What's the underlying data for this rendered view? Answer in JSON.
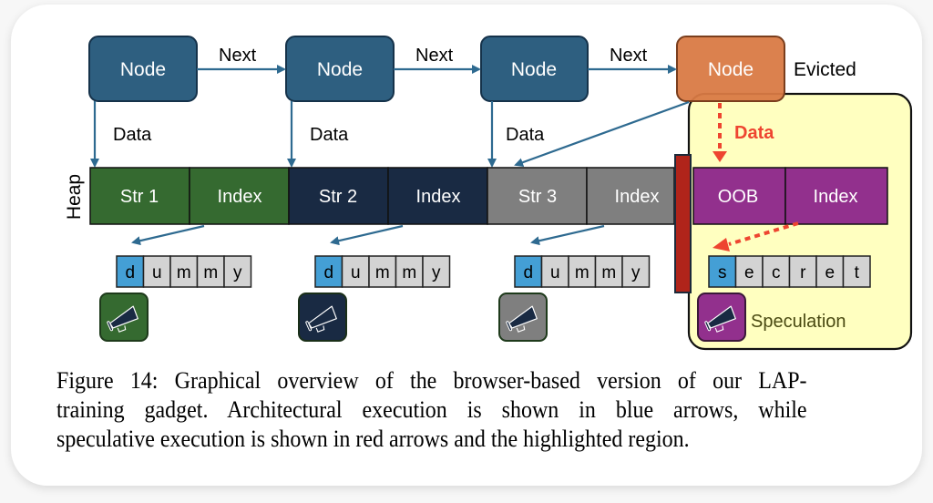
{
  "diagram": {
    "nodes": [
      {
        "label": "Node",
        "state": "normal"
      },
      {
        "label": "Node",
        "state": "normal"
      },
      {
        "label": "Node",
        "state": "normal"
      },
      {
        "label": "Node",
        "state": "evicted"
      }
    ],
    "next_labels": [
      "Next",
      "Next",
      "Next"
    ],
    "data_labels": [
      "Data",
      "Data",
      "Data",
      "Data"
    ],
    "evicted_label": "Evicted",
    "heap_label": "Heap",
    "heap_cells": [
      "Str 1",
      "Index",
      "Str 2",
      "Index",
      "Str 3",
      "Index",
      "OOB",
      "Index"
    ],
    "strings": [
      [
        "d",
        "u",
        "m",
        "m",
        "y"
      ],
      [
        "d",
        "u",
        "m",
        "m",
        "y"
      ],
      [
        "d",
        "u",
        "m",
        "m",
        "y"
      ],
      [
        "s",
        "e",
        "c",
        "r",
        "e",
        "t"
      ]
    ],
    "speculation_label": "Speculation",
    "icons": [
      "megaphone-icon",
      "megaphone-icon",
      "megaphone-icon",
      "megaphone-icon"
    ],
    "colors": {
      "node": "#2e5f80",
      "node_evicted": "#d97a45",
      "group1": "#356a30",
      "group2": "#192a43",
      "group3": "#7f7f7f",
      "group4": "#92308d",
      "arch_arrow": "#2e6a90",
      "spec_arrow": "#ee4530",
      "barrier": "#b0241a",
      "speculation_region": "#ffffc0",
      "highlight_char": "#449fd5",
      "char_cell": "#d3d3d3"
    }
  },
  "caption": {
    "lines": [
      "Figure 14: Graphical overview of the browser-based version of our LAP-",
      "training gadget. Architectural execution is shown in blue arrows, while",
      "speculative execution is shown in red arrows and the highlighted region."
    ]
  }
}
